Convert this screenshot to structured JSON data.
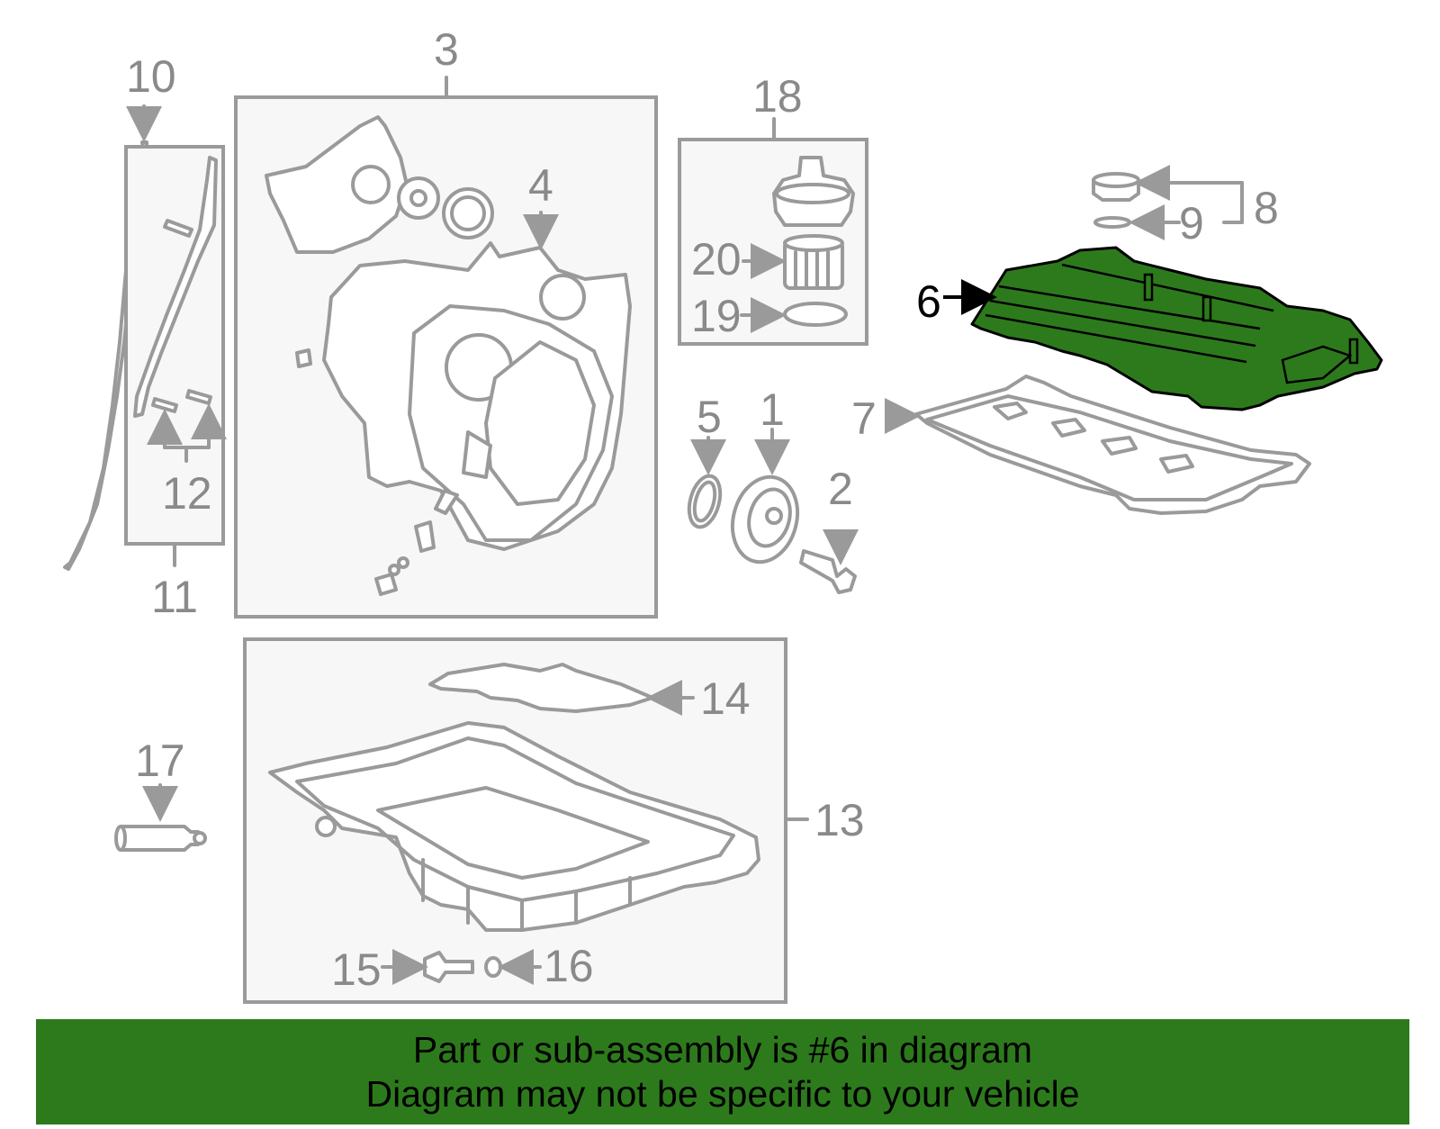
{
  "diagram": {
    "highlight_color": "#2d7a1c",
    "line_color": "#9a9a9a",
    "highlighted_part": "6",
    "callouts": {
      "c1": "1",
      "c2": "2",
      "c3": "3",
      "c4": "4",
      "c5": "5",
      "c6": "6",
      "c7": "7",
      "c8": "8",
      "c9": "9",
      "c10": "10",
      "c11": "11",
      "c12": "12",
      "c13": "13",
      "c14": "14",
      "c15": "15",
      "c16": "16",
      "c17": "17",
      "c18": "18",
      "c19": "19",
      "c20": "20"
    }
  },
  "banner": {
    "line1": "Part or sub-assembly is #6 in diagram",
    "line2": "Diagram may not be specific to your vehicle"
  }
}
